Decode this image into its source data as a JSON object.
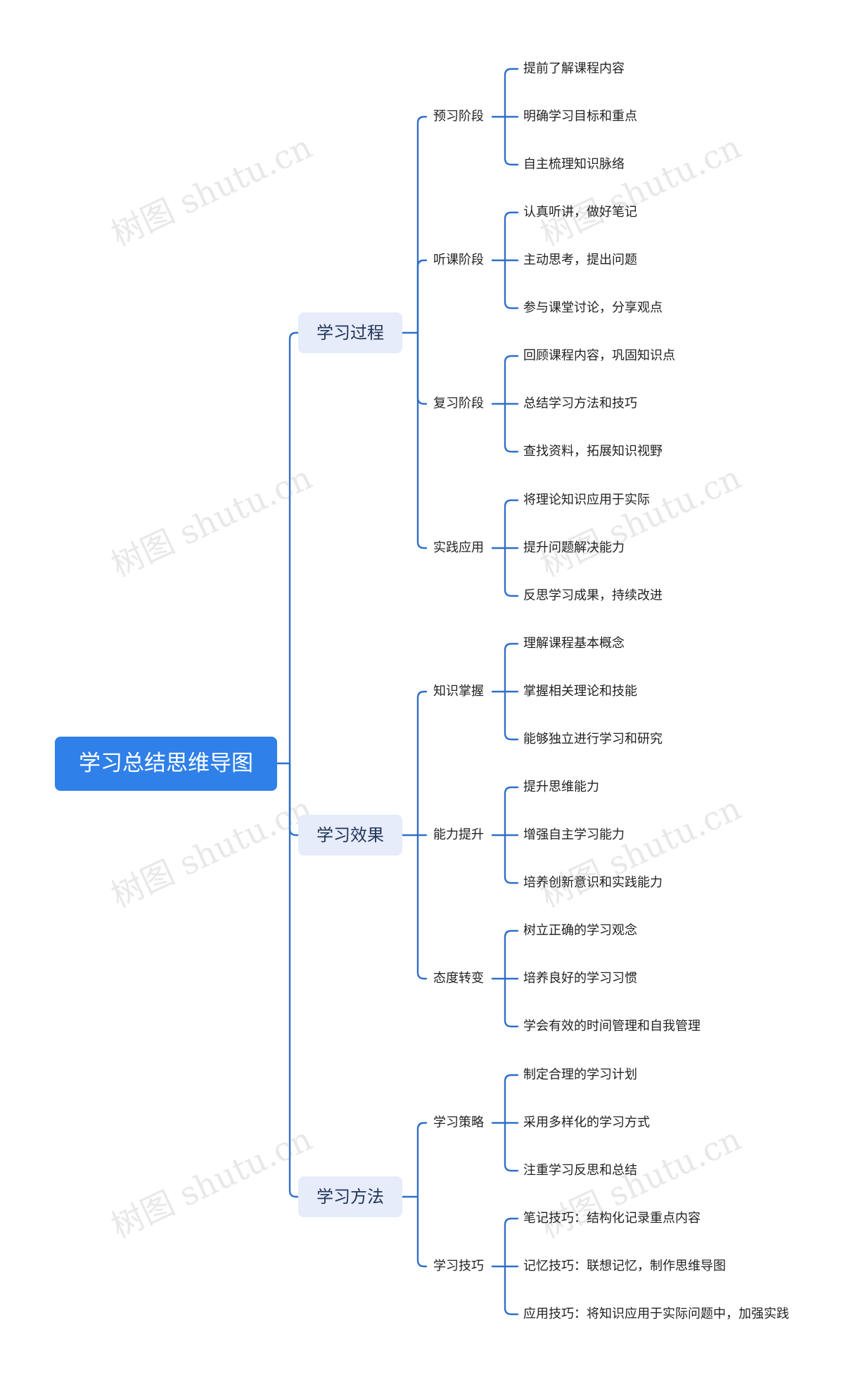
{
  "title": "",
  "watermark": "树图 shutu.cn",
  "colors": {
    "root_bg": "#2f80e8",
    "branch_bg": "#e6ecfa",
    "line": "#2f6fc8",
    "text": "#222222"
  },
  "root": "学习总结思维导图",
  "branches": [
    {
      "label": "学习过程",
      "children": [
        {
          "label": "预习阶段",
          "children": [
            "提前了解课程内容",
            "明确学习目标和重点",
            "自主梳理知识脉络"
          ]
        },
        {
          "label": "听课阶段",
          "children": [
            "认真听讲，做好笔记",
            "主动思考，提出问题",
            "参与课堂讨论，分享观点"
          ]
        },
        {
          "label": "复习阶段",
          "children": [
            "回顾课程内容，巩固知识点",
            "总结学习方法和技巧",
            "查找资料，拓展知识视野"
          ]
        },
        {
          "label": "实践应用",
          "children": [
            "将理论知识应用于实际",
            "提升问题解决能力",
            "反思学习成果，持续改进"
          ]
        }
      ]
    },
    {
      "label": "学习效果",
      "children": [
        {
          "label": "知识掌握",
          "children": [
            "理解课程基本概念",
            "掌握相关理论和技能",
            "能够独立进行学习和研究"
          ]
        },
        {
          "label": "能力提升",
          "children": [
            "提升思维能力",
            "增强自主学习能力",
            "培养创新意识和实践能力"
          ]
        },
        {
          "label": "态度转变",
          "children": [
            "树立正确的学习观念",
            "培养良好的学习习惯",
            "学会有效的时间管理和自我管理"
          ]
        }
      ]
    },
    {
      "label": "学习方法",
      "children": [
        {
          "label": "学习策略",
          "children": [
            "制定合理的学习计划",
            "采用多样化的学习方式",
            "注重学习反思和总结"
          ]
        },
        {
          "label": "学习技巧",
          "children": [
            "笔记技巧：结构化记录重点内容",
            "记忆技巧：联想记忆，制作思维导图",
            "应用技巧：将知识应用于实际问题中，加强实践"
          ]
        }
      ]
    }
  ]
}
